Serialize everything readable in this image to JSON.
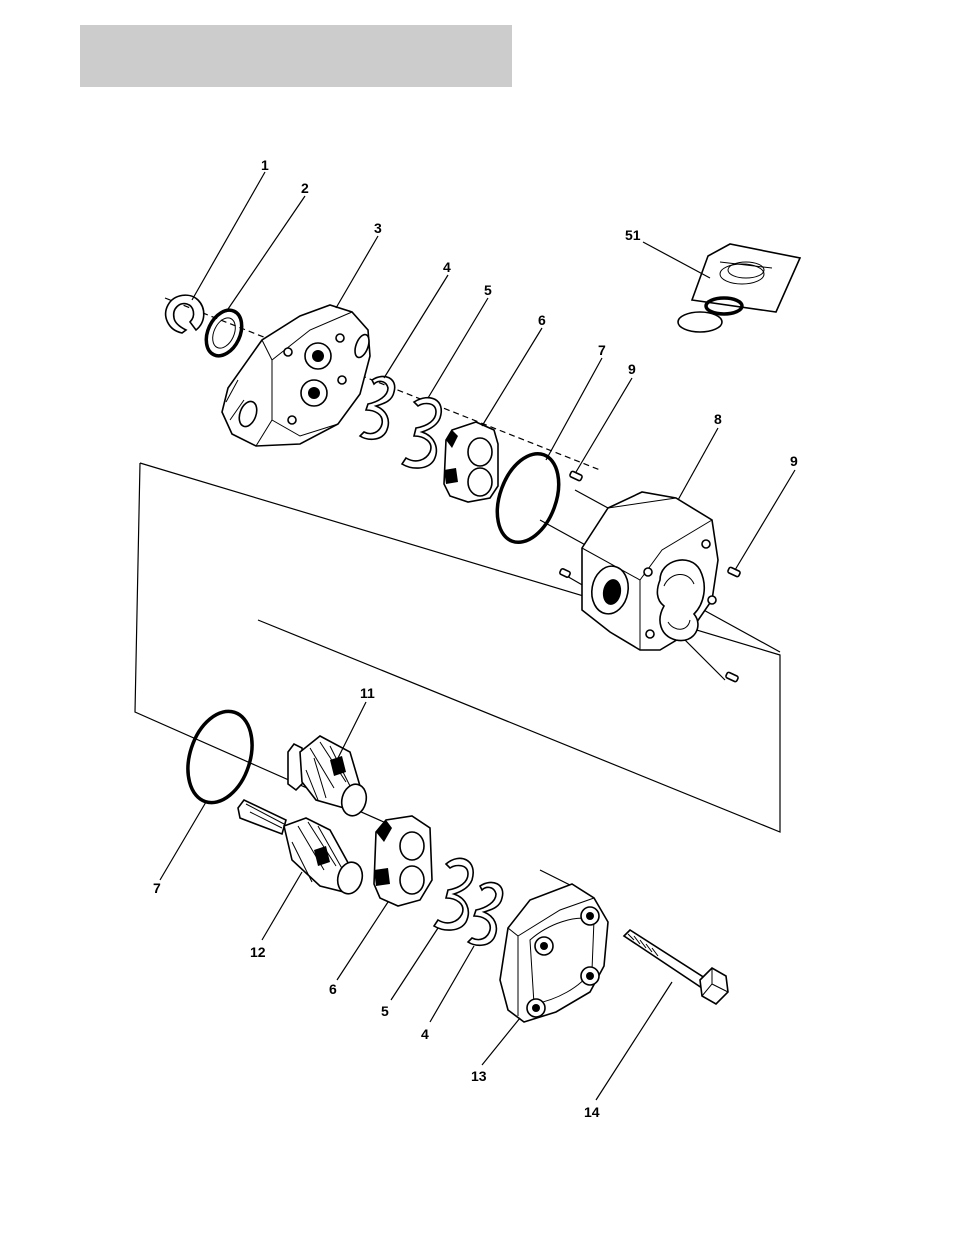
{
  "callouts": {
    "c1": "1",
    "c2": "2",
    "c3": "3",
    "c4a": "4",
    "c5a": "5",
    "c6a": "6",
    "c7a": "7",
    "c9a": "9",
    "c8": "8",
    "c9b": "9",
    "c51": "51",
    "c11": "11",
    "c7b": "7",
    "c12": "12",
    "c6b": "6",
    "c5b": "5",
    "c4b": "4",
    "c13": "13",
    "c14": "14"
  }
}
